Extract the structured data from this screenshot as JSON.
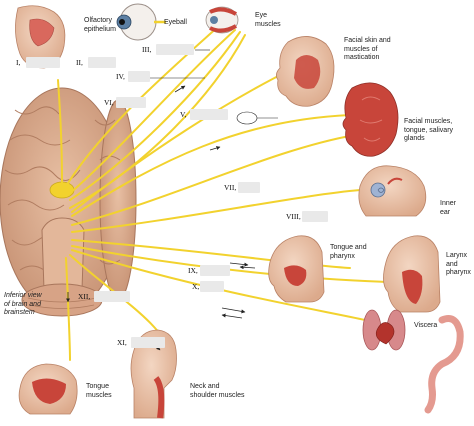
{
  "labels": {
    "olfactory": "Olfactory\nepithelium",
    "eyeball": "Eyeball",
    "eye_muscles": "Eye\nmuscles",
    "facial_skin": "Facial skin and\nmuscles of\nmastication",
    "facial_muscles": "Facial muscles,\ntongue, salivary\nglands",
    "inner_ear": "Inner\near",
    "tongue_pharynx": "Tongue and\npharynx",
    "larynx_pharynx": "Larynx\nand\npharynx",
    "viscera": "Viscera",
    "inferior_view": "Inferior view\nof brain and\nbrainstem",
    "tongue_muscles": "Tongue\nmuscles",
    "neck_shoulder": "Neck and\nshoulder muscles"
  },
  "nerve_numbers": {
    "n1": "I,",
    "n2": "II,",
    "n3": "III,",
    "n4": "IV,",
    "n5": "V,",
    "n6": "VI,",
    "n7": "VII,",
    "n8": "VIII,",
    "n9": "IX,",
    "n10": "X,",
    "n11": "XI,",
    "n12": "XII,"
  },
  "colors": {
    "nerve": "#f2d22e",
    "nerve_outline": "#c9a81c",
    "brain": "#d9aa8c",
    "brain_dark": "#b9856a",
    "muscle": "#c8453a",
    "skin": "#eac3a8",
    "blank": "#e9e9e9"
  }
}
